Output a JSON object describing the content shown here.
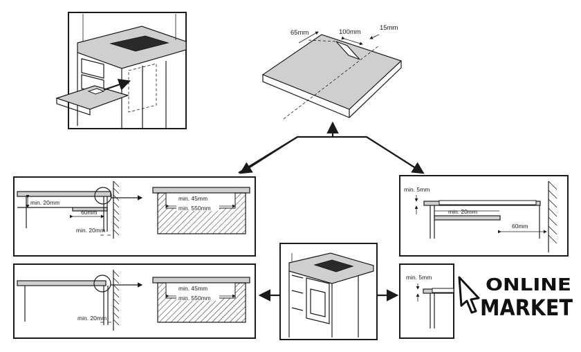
{
  "top_view": {
    "cutout_labels": {
      "left": "65mm",
      "middle": "100mm",
      "right": "15mm"
    }
  },
  "panel_mid_left": {
    "label_gap_vertical": "min. 20mm",
    "label_gap_horizontal": "60mm",
    "label_side": "min. 20mm",
    "detail_top": "min. 45mm",
    "detail_width": "min. 550mm"
  },
  "panel_mid_right": {
    "label_top": "min. 5mm",
    "label_mid": "min. 20mm",
    "label_side": "60mm"
  },
  "panel_bot_left": {
    "label_side": "min. 20mm",
    "detail_top": "min. 45mm",
    "detail_width": "min. 550mm"
  },
  "panel_bot_right": {
    "label_top": "min. 5mm"
  },
  "logo": {
    "line1": "ONLINE",
    "line2": "MARKET"
  },
  "colors": {
    "ink": "#1a1a1a",
    "panel": "#cfcfcf",
    "background": "#ffffff"
  }
}
